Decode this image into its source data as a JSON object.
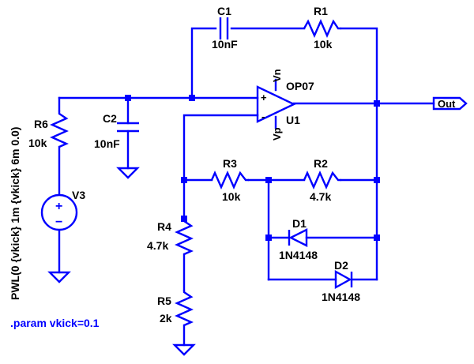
{
  "schematic": {
    "wire_color": "#0000ff",
    "text_color": "#000000",
    "components": {
      "c1": {
        "ref": "C1",
        "value": "10nF"
      },
      "r1": {
        "ref": "R1",
        "value": "10k"
      },
      "opamp": {
        "model": "OP07",
        "ref": "U1",
        "pin_vn": "Vn",
        "pin_vp": "Vp",
        "plus": "+",
        "minus": "-"
      },
      "c2": {
        "ref": "C2",
        "value": "10nF"
      },
      "r6": {
        "ref": "R6",
        "value": "10k"
      },
      "v3": {
        "ref": "V3",
        "value": "PWL(0 {vkick} 1m {vkick} 6m 0.0)",
        "plus": "+",
        "minus": "−"
      },
      "r3": {
        "ref": "R3",
        "value": "10k"
      },
      "r2": {
        "ref": "R2",
        "value": "4.7k"
      },
      "r4": {
        "ref": "R4",
        "value": "4.7k"
      },
      "r5": {
        "ref": "R5",
        "value": "2k"
      },
      "d1": {
        "ref": "D1",
        "value": "1N4148"
      },
      "d2": {
        "ref": "D2",
        "value": "1N4148"
      }
    },
    "output_label": "Out",
    "directive": ".param vkick=0.1"
  }
}
